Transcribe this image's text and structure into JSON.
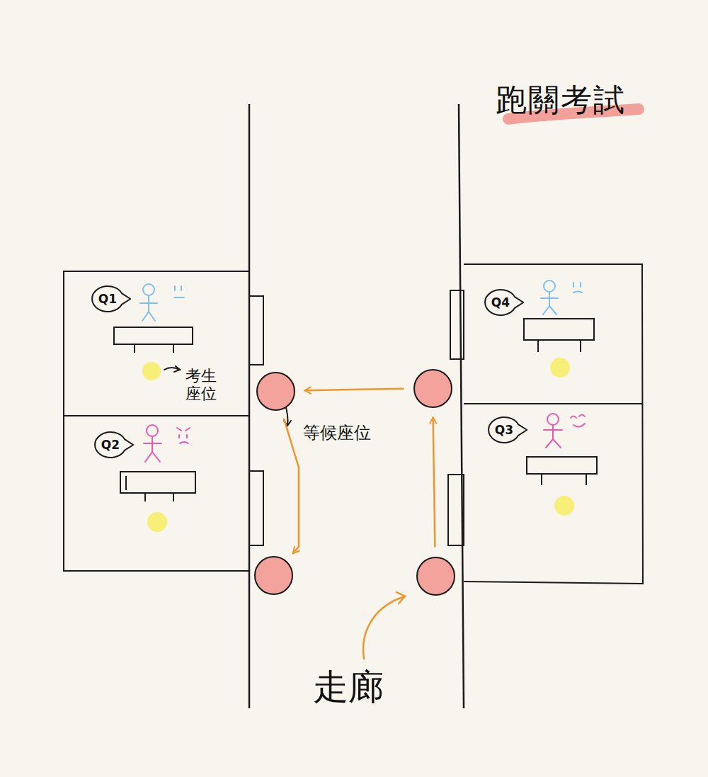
{
  "diagram": {
    "title": "跑關考試",
    "nodes": [
      {
        "text": [
          "Q1"
        ]
      },
      {
        "text": [
          "Q4"
        ]
      },
      {
        "text": [
          "Q2"
        ]
      },
      {
        "text": [
          "Q3"
        ]
      },
      {
        "text": []
      },
      {
        "text": []
      },
      {
        "text": []
      },
      {
        "text": []
      }
    ],
    "edges": [
      {
        "from": 5,
        "to": 4,
        "arrow": "to"
      },
      {
        "from": 4,
        "to": 6,
        "arrow": "to"
      },
      {
        "from": 7,
        "to": 5,
        "arrow": "to"
      }
    ],
    "labels": [
      "考生座位",
      "等候座位",
      "走廊"
    ]
  }
}
